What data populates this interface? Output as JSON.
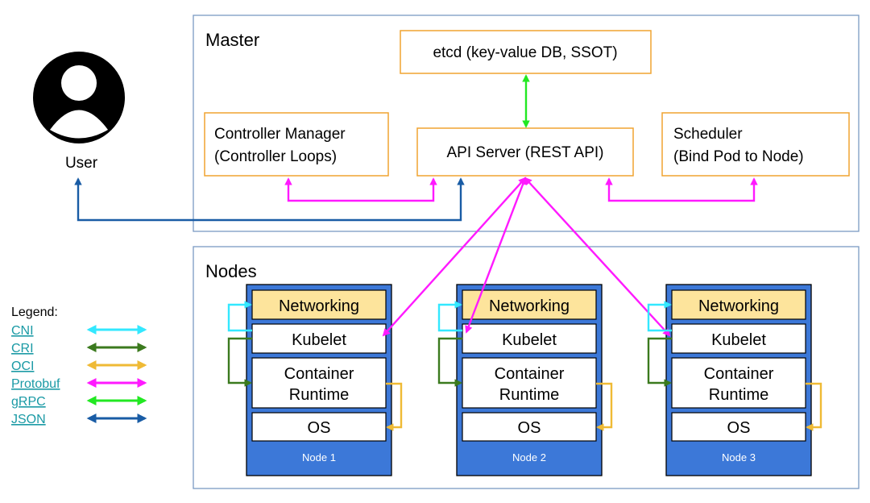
{
  "master": {
    "title": "Master",
    "etcd": "etcd (key-value DB, SSOT)",
    "controller_manager": [
      "Controller Manager",
      "(Controller Loops)"
    ],
    "api_server": "API Server (REST API)",
    "scheduler": [
      "Scheduler",
      "(Bind Pod to Node)"
    ]
  },
  "user": {
    "label": "User"
  },
  "nodes": {
    "title": "Nodes",
    "items": [
      {
        "networking": "Networking",
        "kubelet": "Kubelet",
        "runtime": [
          "Container",
          "Runtime"
        ],
        "os": "OS",
        "label": "Node 1"
      },
      {
        "networking": "Networking",
        "kubelet": "Kubelet",
        "runtime": [
          "Container",
          "Runtime"
        ],
        "os": "OS",
        "label": "Node 2"
      },
      {
        "networking": "Networking",
        "kubelet": "Kubelet",
        "runtime": [
          "Container",
          "Runtime"
        ],
        "os": "OS",
        "label": "Node 3"
      }
    ]
  },
  "legend": {
    "title": "Legend:",
    "items": [
      {
        "label": "CNI",
        "color": "#33e8ff"
      },
      {
        "label": "CRI",
        "color": "#3b7a1e"
      },
      {
        "label": "OCI",
        "color": "#efba35"
      },
      {
        "label": "Protobuf",
        "color": "#ff1aff"
      },
      {
        "label": "gRPC",
        "color": "#22e822"
      },
      {
        "label": "JSON",
        "color": "#195ca5"
      }
    ]
  },
  "colors": {
    "panel_border": "#7b9ac2",
    "component_border": "#f0a430",
    "node_fill": "#3c78d8",
    "node_border": "#000000",
    "networking_fill": "#fde49c",
    "protobuf": "#ff1aff",
    "grpc": "#22e822",
    "json": "#195ca5",
    "cni": "#33e8ff",
    "cri": "#3b7a1e",
    "oci": "#efba35"
  }
}
